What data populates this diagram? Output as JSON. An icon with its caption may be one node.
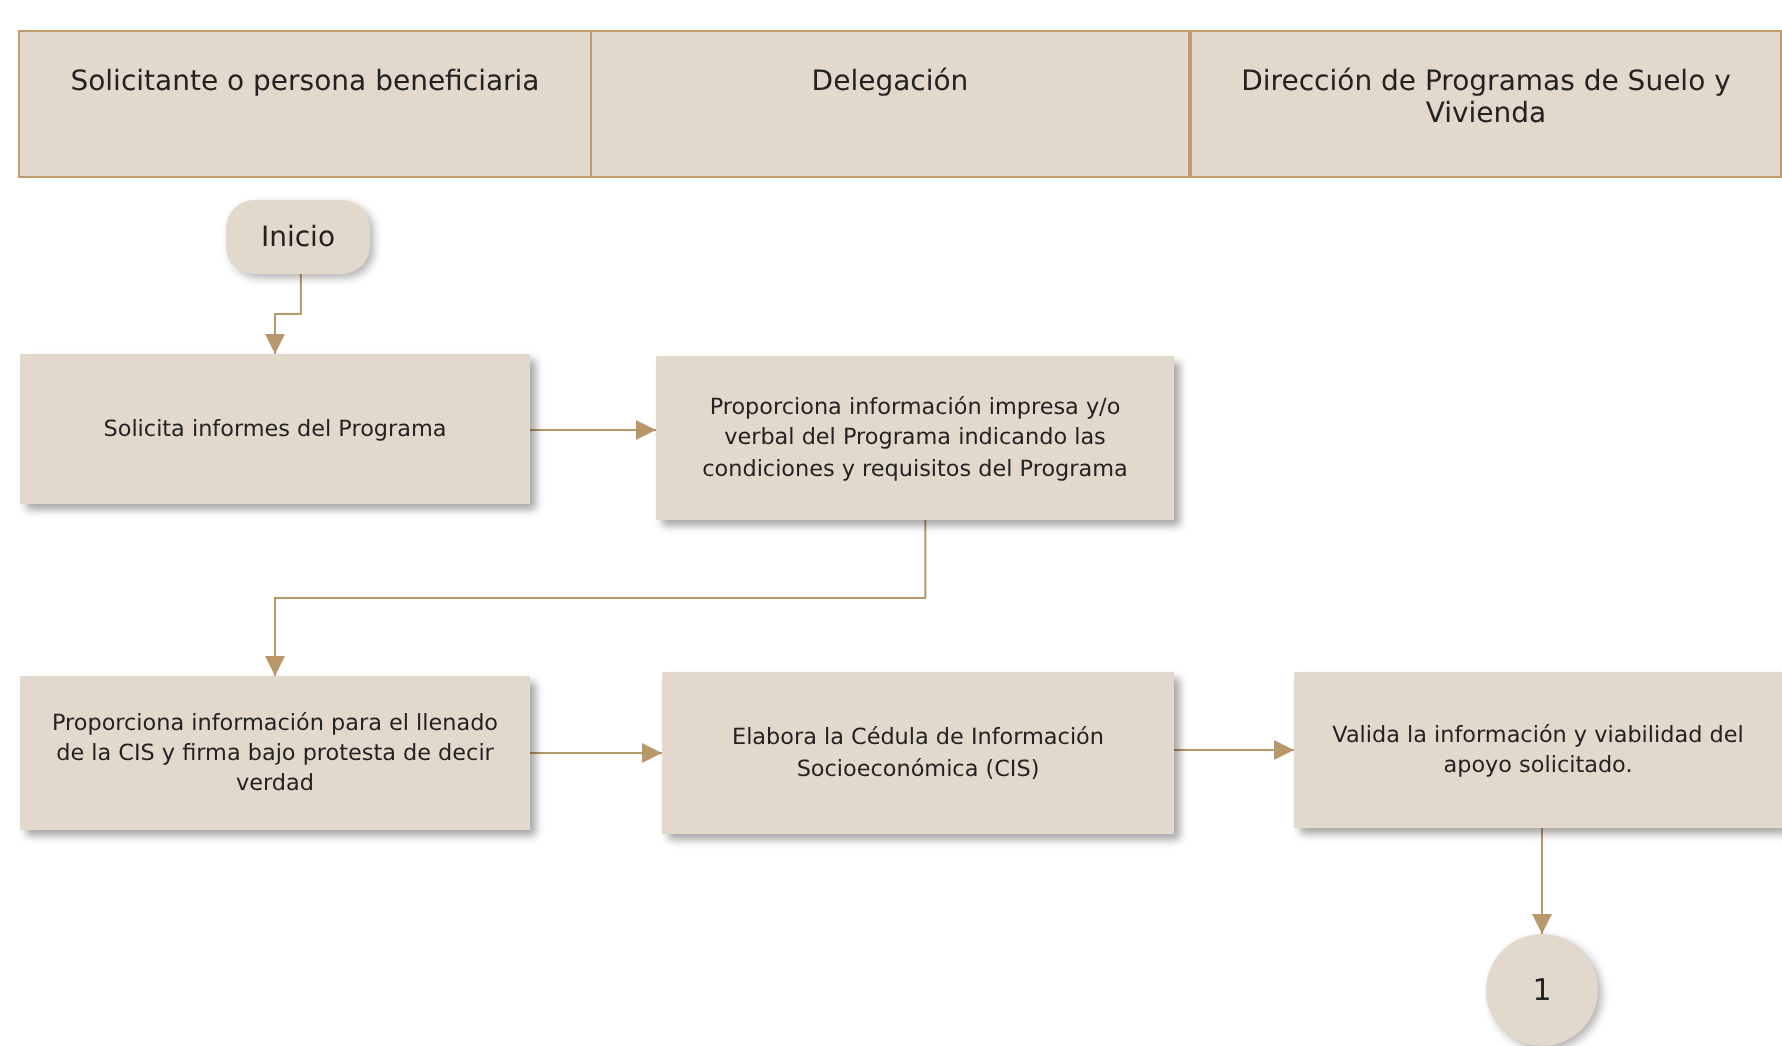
{
  "diagram": {
    "nodes": [
      {
        "text": [
          "Solicitante o persona beneficiaria"
        ]
      },
      {
        "text": [
          "Delegación"
        ]
      },
      {
        "text": [
          "Dirección de Programas de Suelo y Vivienda"
        ]
      },
      {
        "text": [
          "Inicio"
        ]
      },
      {
        "text": [
          "Solicita informes del Programa"
        ]
      },
      {
        "text": [
          "Proporciona información impresa y/o verbal del Programa indicando las condiciones y requisitos del Programa"
        ]
      },
      {
        "text": [
          "Proporciona información para el llenado de la CIS y firma bajo protesta de decir verdad"
        ]
      },
      {
        "text": [
          "Elabora la Cédula de Información Socioeconómica (CIS)"
        ]
      },
      {
        "text": [
          "Valida la información y viabilidad del apoyo solicitado."
        ]
      },
      {
        "text": [
          "1"
        ]
      }
    ],
    "edges": [
      {
        "from": 3,
        "to": 4,
        "arrow": "to"
      },
      {
        "from": 4,
        "to": 5,
        "arrow": "to"
      },
      {
        "from": 5,
        "to": 6,
        "arrow": "to"
      },
      {
        "from": 6,
        "to": 7,
        "arrow": "to"
      },
      {
        "from": 7,
        "to": 8,
        "arrow": "to"
      },
      {
        "from": 8,
        "to": 9,
        "arrow": "to"
      }
    ]
  }
}
